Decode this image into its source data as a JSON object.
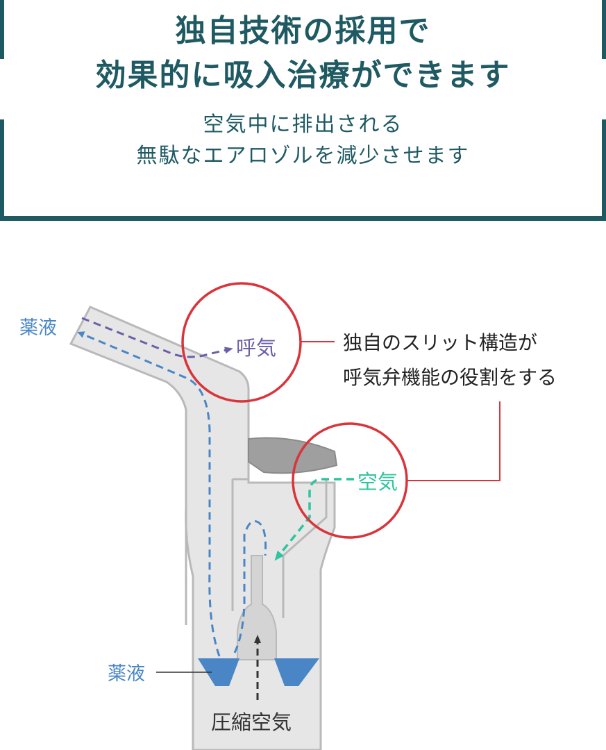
{
  "header": {
    "title_line1": "独自技術の採用で",
    "title_line2": "効果的に吸入治療ができます",
    "subtitle_line1": "空気中に排出される",
    "subtitle_line2": "無駄なエアロゾルを減少させます"
  },
  "diagram": {
    "label_medicine_top": "薬液",
    "label_exhale": "呼気",
    "label_air": "空気",
    "label_medicine_bottom": "薬液",
    "label_compressed_air": "圧縮空気",
    "callout_line1": "独自のスリット構造が",
    "callout_line2": "呼気弁機能の役割をする"
  },
  "colors": {
    "header_teal": "#1f5a63",
    "medicine_blue": "#4a86c6",
    "exhale_purple": "#6b5fa8",
    "air_teal": "#2fc4a0",
    "callout_red": "#d9343b",
    "device_gray": "#e6e6e6",
    "device_outline": "#b9b9b9"
  }
}
